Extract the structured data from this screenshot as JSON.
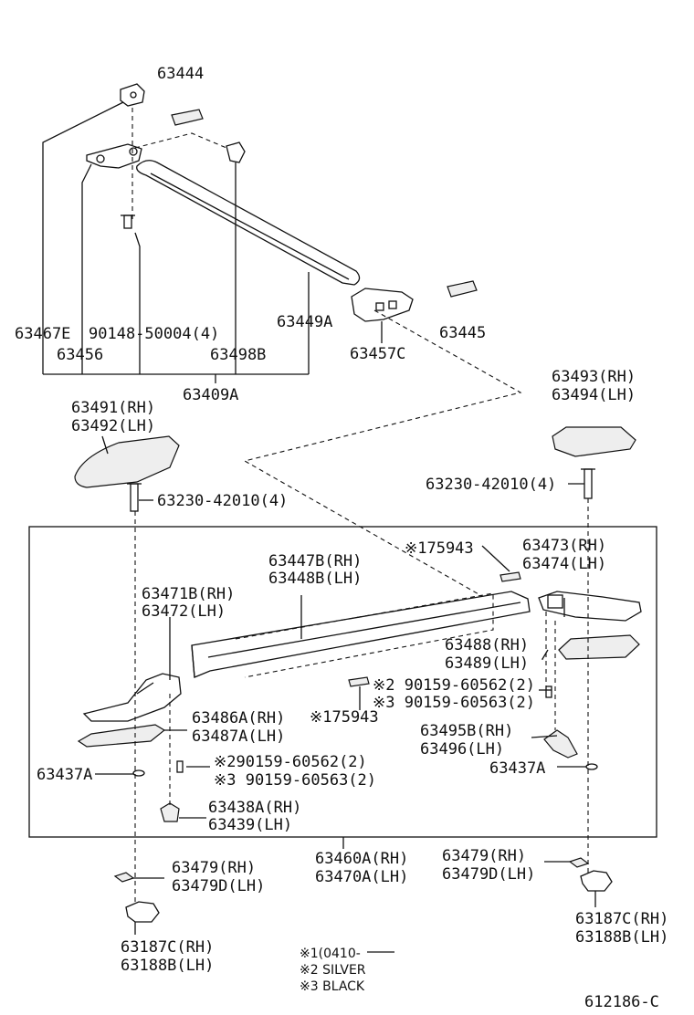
{
  "labels": {
    "p63444": "63444",
    "p63467e": "63467E",
    "p90148": "90148-50004(4)",
    "p63449a": "63449A",
    "p63445": "63445",
    "p63456": "63456",
    "p63498b": "63498B",
    "p63457c": "63457C",
    "p63409a": "63409A",
    "p63493": "63493(RH)",
    "p63494": "63494(LH)",
    "p63491": "63491(RH)",
    "p63492": "63492(LH)",
    "bolt_right": "63230-42010(4)",
    "bolt_left": "63230-42010(4)",
    "p75943_top": "※175943",
    "p63473": "63473(RH)",
    "p63474": "63474(LH)",
    "p63447b": "63447B(RH)",
    "p63448b": "63448B(LH)",
    "p63471b": "63471B(RH)",
    "p63472": "63472(LH)",
    "p63488": "63488(RH)",
    "p63489": "63489(LH)",
    "screw_r2": "※2 90159-60562(2)",
    "screw_r3": "※3 90159-60563(2)",
    "p75943_mid": "※175943",
    "p63486a": "63486A(RH)",
    "p63487a": "63487A(LH)",
    "p63495b": "63495B(RH)",
    "p63496": "63496(LH)",
    "p63437a_left": "63437A",
    "p63437a_right": "63437A",
    "screw_l2": "※290159-60562(2)",
    "screw_l3": "※3 90159-60563(2)",
    "p63438a": "63438A(RH)",
    "p63439": "63439(LH)",
    "p63460a": "63460A(RH)",
    "p63470a": "63470A(LH)",
    "p63479_left": "63479(RH)",
    "p63479d_left": "63479D(LH)",
    "p63479_right": "63479(RH)",
    "p63479d_right": "63479D(LH)",
    "p63187c_left": "63187C(RH)",
    "p63188b_left": "63188B(LH)",
    "p63187c_right": "63187C(RH)",
    "p63188b_right": "63188B(LH)",
    "note1": "※1(0410-",
    "note2": "※2 SILVER",
    "note3": "※3 BLACK",
    "diagram_id": "612186-C"
  }
}
